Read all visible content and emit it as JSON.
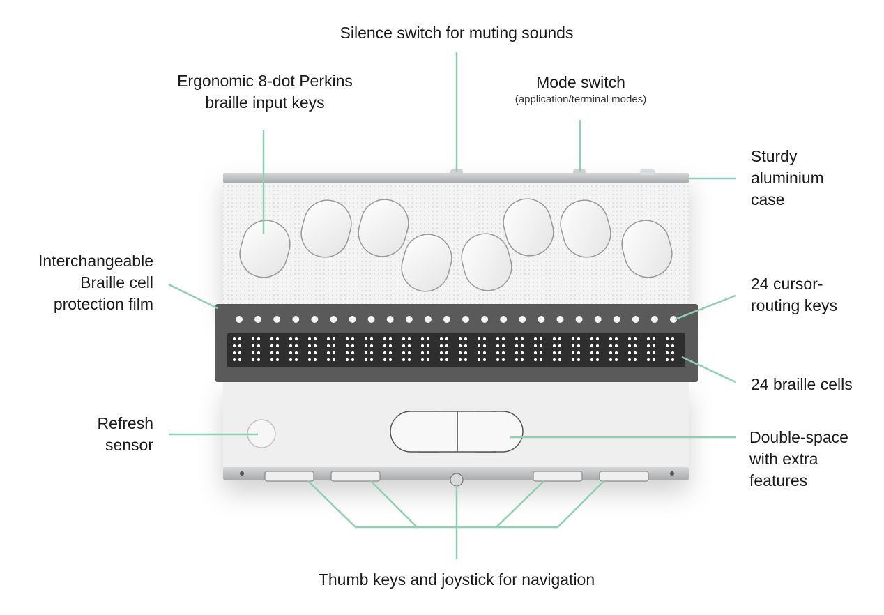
{
  "labels": {
    "silence": "Silence switch for muting sounds",
    "perkins_line1": "Ergonomic 8-dot Perkins",
    "perkins_line2": "braille input keys",
    "mode": "Mode switch",
    "mode_sub": "(application/terminal modes)",
    "case_line1": "Sturdy",
    "case_line2": "aluminium",
    "case_line3": "case",
    "film_line1": "Interchangeable",
    "film_line2": "Braille cell",
    "film_line3": "protection film",
    "routing_line1": "24 cursor-",
    "routing_line2": "routing keys",
    "cells": "24 braille cells",
    "refresh_line1": "Refresh",
    "refresh_line2": "sensor",
    "doublespace_line1": "Double-space",
    "doublespace_line2": "with extra",
    "doublespace_line3": "features",
    "thumb": "Thumb keys and joystick for navigation"
  },
  "colors": {
    "leader_line": "#8fd0b4",
    "case": "#f2f2f2",
    "frame": "#b9bbbd",
    "display": "#4a4a4a",
    "cell_dots": "#ffffff"
  },
  "device": {
    "braille_cells": 24,
    "routing_keys": 24,
    "perkins_keys": 8
  }
}
